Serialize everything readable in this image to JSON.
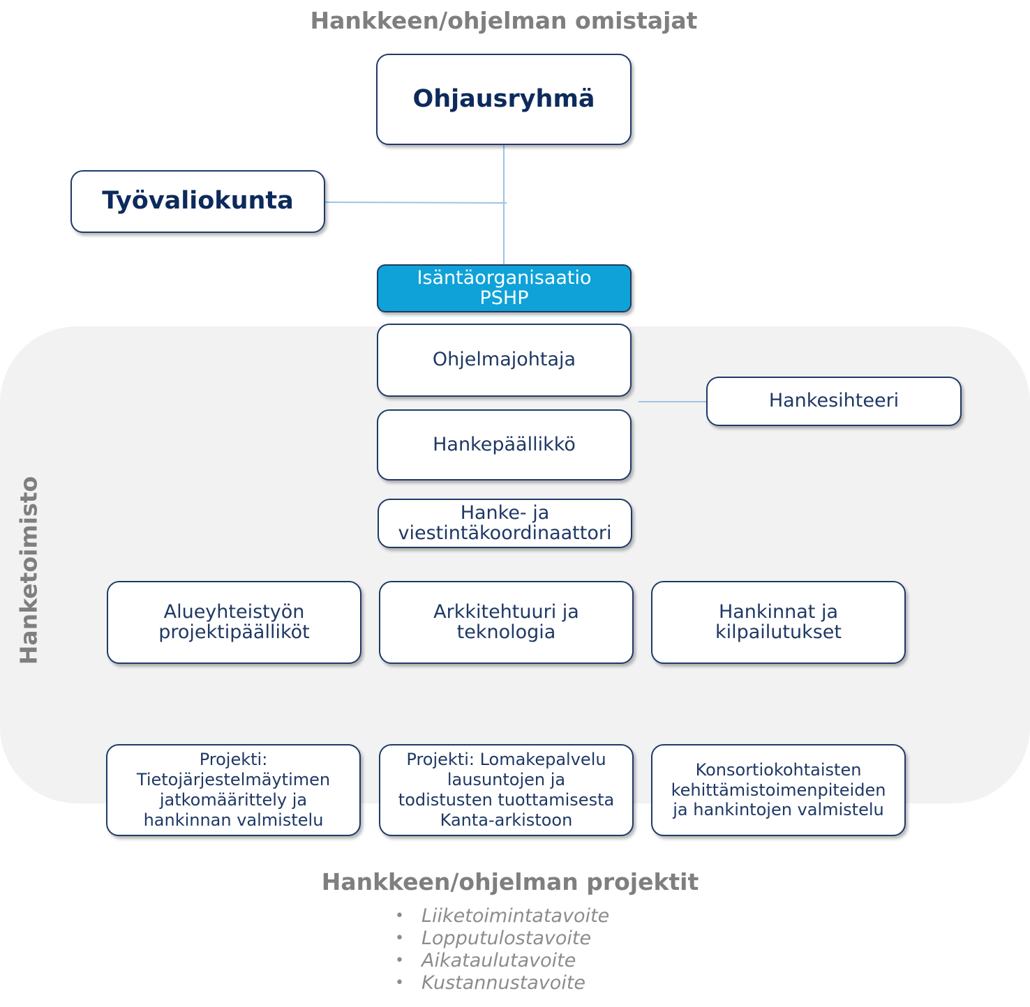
{
  "owners_title": "Hankkeen/ohjelman omistajat",
  "projects_title": "Hankkeen/ohjelman projektit",
  "office_label": "Hanketoimisto",
  "nodes": {
    "steering_group": "Ohjausryhmä",
    "working_committee": "Työvaliokunta",
    "host_org": "Isäntäorganisaatio\nPSHP",
    "program_director": "Ohjelmajohtaja",
    "project_secretary": "Hankesihteeri",
    "project_manager": "Hankepäällikkö",
    "coordinator": "Hanke- ja\nviestintäkoordinaattori",
    "regional_pms": "Alueyhteistyön\nprojektipäälliköt",
    "architecture": "Arkkitehtuuri ja\nteknologia",
    "procurement": "Hankinnat ja\nkilpailutukset",
    "project_core": "Projekti:\nTietojärjestelmäytimen\njatkomäärittely ja\nhankinnan valmistelu",
    "project_forms": "Projekti: Lomakepalvelu\nlausuntojen ja\ntodistusten tuottamisesta\nKanta-arkistoon",
    "project_consortium": "Konsortiokohtaisten\nkehittämistoimenpiteiden\nja hankintojen valmistelu"
  },
  "goals": [
    "Liiketoimintatavoite",
    "Lopputulostavoite",
    "Aikataulutavoite",
    "Kustannustavoite"
  ],
  "colors": {
    "box_border": "#1f3a68",
    "box_text": "#1f3864",
    "host_fill": "#0ea2d8",
    "connector": "#9dc3e6",
    "panel": "#f2f2f2",
    "gray_text": "#7f7f7f"
  }
}
